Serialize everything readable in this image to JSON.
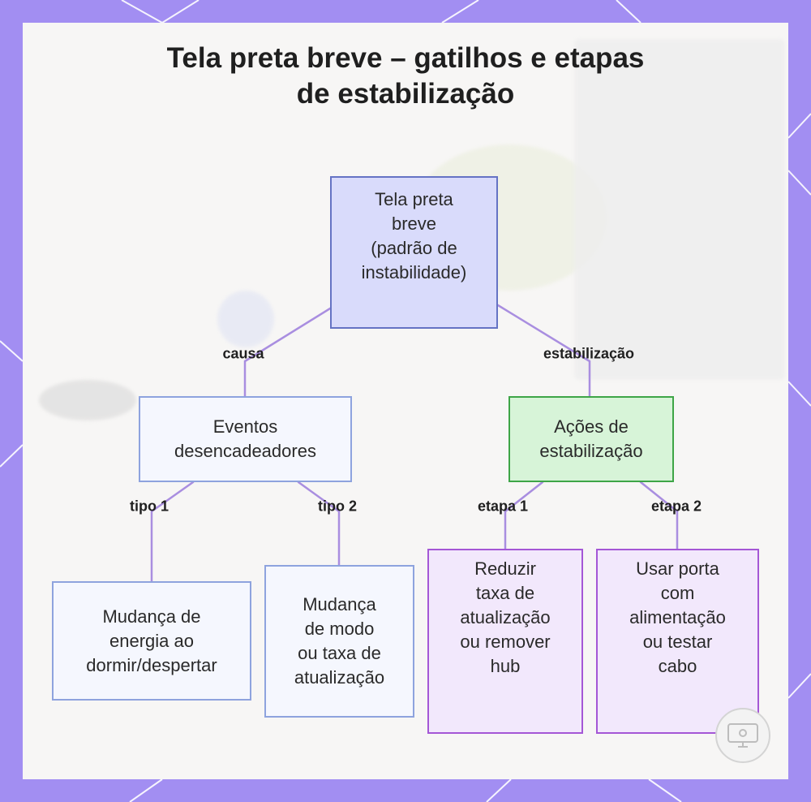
{
  "title": {
    "line1": "Tela preta breve – gatilhos e etapas",
    "line2": "de estabilização"
  },
  "nodes": {
    "root": "Tela preta\nbreve\n(padrão de\ninstabilidade)",
    "triggers": "Eventos\ndesencadeadores",
    "actions": "Ações de\nestabilização",
    "type1": "Mudança de\nenergia ao\ndormir/despertar",
    "type2": "Mudança\nde modo\nou taxa de\natualização",
    "step1": "Reduzir\ntaxa de\natualização\nou remover\nhub",
    "step2": "Usar porta\ncom\nalimentação\nou testar\ncabo"
  },
  "edge_labels": {
    "cause": "causa",
    "stabilization": "estabilização",
    "type1": "tipo 1",
    "type2": "tipo 2",
    "step1": "etapa 1",
    "step2": "etapa 2"
  },
  "colors": {
    "frame": "#a28ef2",
    "edge": "#a98ee0",
    "root_fill": "#d9dbfb",
    "green_fill": "#d7f4d8",
    "purple_fill": "#f2e8fc"
  },
  "icons": [
    "monitor-settings-icon"
  ]
}
